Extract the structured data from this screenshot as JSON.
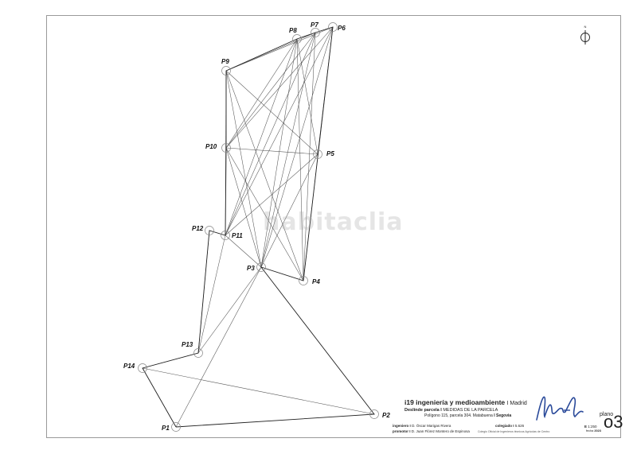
{
  "points": [
    {
      "id": "P1",
      "label": "P1"
    },
    {
      "id": "P2",
      "label": "P2"
    },
    {
      "id": "P3",
      "label": "P3"
    },
    {
      "id": "P4",
      "label": "P4"
    },
    {
      "id": "P5",
      "label": "P5"
    },
    {
      "id": "P6",
      "label": "P6"
    },
    {
      "id": "P7",
      "label": "P7"
    },
    {
      "id": "P8",
      "label": "P8"
    },
    {
      "id": "P9",
      "label": "P9"
    },
    {
      "id": "P10",
      "label": "P10"
    },
    {
      "id": "P11",
      "label": "P11"
    },
    {
      "id": "P12",
      "label": "P12"
    },
    {
      "id": "P13",
      "label": "P13"
    },
    {
      "id": "P14",
      "label": "P14"
    }
  ],
  "parcel_boundary": [
    "P1",
    "P2",
    "P3",
    "P4",
    "P6",
    "P7",
    "P8",
    "P9",
    "P10",
    "P11",
    "P12",
    "P13",
    "P14",
    "P1"
  ],
  "measurement_lines": [
    [
      "P9",
      "P5"
    ],
    [
      "P9",
      "P4"
    ],
    [
      "P9",
      "P3"
    ],
    [
      "P9",
      "P11"
    ],
    [
      "P9",
      "P6"
    ],
    [
      "P9",
      "P7"
    ],
    [
      "P8",
      "P10"
    ],
    [
      "P8",
      "P11"
    ],
    [
      "P8",
      "P3"
    ],
    [
      "P8",
      "P4"
    ],
    [
      "P8",
      "P5"
    ],
    [
      "P7",
      "P10"
    ],
    [
      "P7",
      "P11"
    ],
    [
      "P7",
      "P3"
    ],
    [
      "P7",
      "P4"
    ],
    [
      "P6",
      "P10"
    ],
    [
      "P6",
      "P11"
    ],
    [
      "P6",
      "P3"
    ],
    [
      "P6",
      "P4"
    ],
    [
      "P6",
      "P5"
    ],
    [
      "P10",
      "P5"
    ],
    [
      "P10",
      "P3"
    ],
    [
      "P10",
      "P4"
    ],
    [
      "P11",
      "P5"
    ],
    [
      "P11",
      "P3"
    ],
    [
      "P5",
      "P3"
    ],
    [
      "P12",
      "P13"
    ],
    [
      "P11",
      "P13"
    ],
    [
      "P3",
      "P13"
    ],
    [
      "P3",
      "P1"
    ],
    [
      "P14",
      "P2"
    ],
    [
      "P14",
      "P13"
    ],
    [
      "P1",
      "P14"
    ]
  ],
  "north_label": "N",
  "watermark": "habitaclia",
  "title_block": {
    "company": "i19 ingeniería y medioambiente",
    "city": "Madrid",
    "line1_bold": "Deslinde parcela",
    "line1_rest": "MEDIDAS DE LA PARCELA",
    "line2_text": "Polígono 115, parcela 304. Matabuena",
    "line2_bold": "Segovia",
    "ingeniero_label": "ingeniero",
    "ingeniero_value": "D. Óscar Marigas Rivera",
    "promotor_label": "promotor",
    "promotor_value": "D. Juan Flórez Montero de Espinosa",
    "colegiado_label": "colegiado",
    "colegiado_value": "5.626",
    "note": "Colegio Oficial de Ingenieros técnicos Agrícolas de Centro",
    "scale": "1:250",
    "year_label": "fecha",
    "year_value": "2023",
    "plano_label": "plano",
    "plano_number": "o3"
  }
}
